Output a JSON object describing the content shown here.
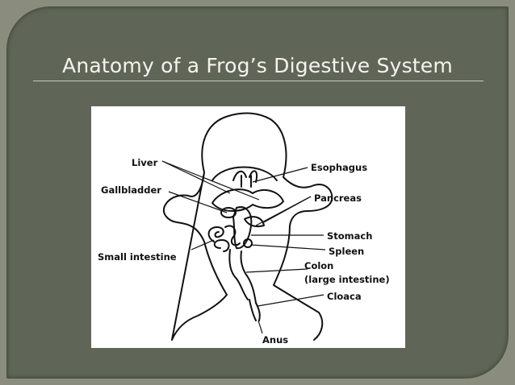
{
  "slide": {
    "title": "Anatomy of a Frog’s Digestive System"
  },
  "diagram": {
    "labels": {
      "liver": "Liver",
      "gallbladder": "Gallbladder",
      "small_intestine": "Small intestine",
      "esophagus": "Esophagus",
      "pancreas": "Pancreas",
      "stomach": "Stomach",
      "spleen": "Spleen",
      "colon_line1": "Colon",
      "colon_line2": "(large intestine)",
      "cloaca": "Cloaca",
      "anus": "Anus"
    }
  }
}
